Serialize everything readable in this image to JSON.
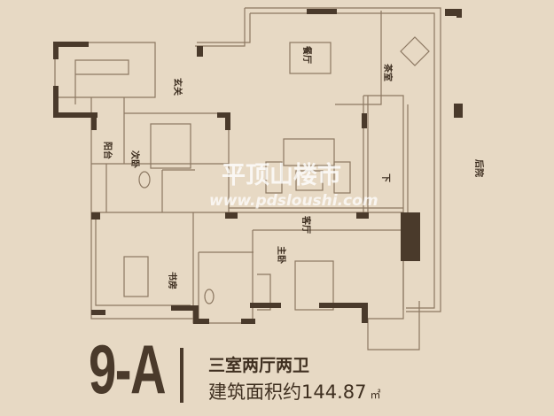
{
  "rooms": {
    "dining": "餐厅",
    "tea_room": "茶室",
    "foyer": "玄关",
    "balcony": "阳台",
    "second_bedroom": "次卧",
    "living_room": "客厅",
    "down": "下",
    "back_yard": "后院",
    "study": "书房",
    "master_bedroom": "主卧"
  },
  "watermark": {
    "brand": "平顶山楼市",
    "url": "www.pdsloushi.com"
  },
  "unit": {
    "type_code": "9-A",
    "layout": "三室两厅两卫",
    "area_label": "建筑面积约144.87",
    "area_unit": "㎡"
  },
  "colors": {
    "background": "#e7d9c4",
    "wall": "#4a3a2b",
    "line": "#8c7862"
  }
}
